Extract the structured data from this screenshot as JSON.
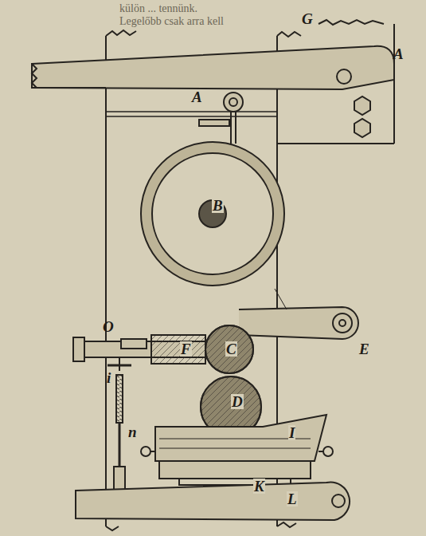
{
  "diagram": {
    "labels": [
      "külön ... tennünk.",
      "Legelőbb csak arra kell",
      "A",
      "G",
      "A",
      "B",
      "O",
      "F",
      "C",
      "E",
      "i",
      "n",
      "D",
      "I",
      "K",
      "L"
    ]
  }
}
